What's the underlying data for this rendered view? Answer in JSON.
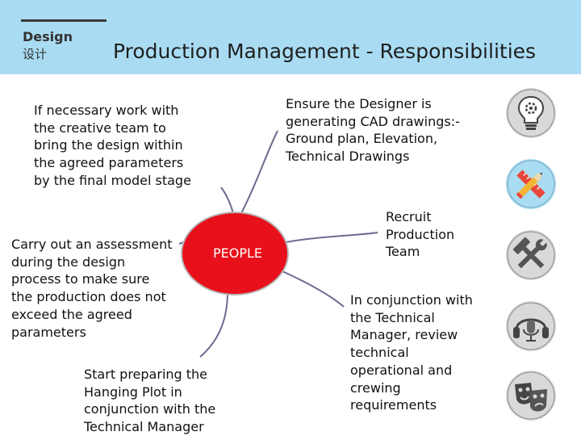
{
  "logo": {
    "word": "Design",
    "chinese": "设计"
  },
  "title": "Production Management - Responsibilities",
  "hub": {
    "label": "PEOPLE"
  },
  "notes": {
    "creative_team": "If necessary work with\nthe creative team to\nbring the design within\nthe agreed parameters\nby the final model stage",
    "cad_drawings": "Ensure the Designer is\ngenerating CAD drawings:-\nGround plan, Elevation,\nTechnical Drawings",
    "assessment": "Carry out an assessment\nduring the design\nprocess to make sure\nthe production does not\nexceed the agreed\nparameters",
    "recruit": "Recruit\nProduction\nTeam",
    "technical_manager": "In conjunction with\nthe Technical\nManager, review\ntechnical\noperational and\ncrewing\nrequirements",
    "hanging_plot": "Start preparing the\nHanging Plot in\nconjunction with the\nTechnical Manager"
  },
  "colors": {
    "header": "#a9dcf3",
    "hub": "#e8101b",
    "connector": "#6b6b8e",
    "icon_circle": "#d9d9d9",
    "icon_active": "#a9dcf3"
  },
  "icons": [
    "lightbulb-gear-icon",
    "pencil-ruler-icon",
    "wrench-hammer-icon",
    "microphone-headphones-icon",
    "theatre-masks-icon"
  ]
}
